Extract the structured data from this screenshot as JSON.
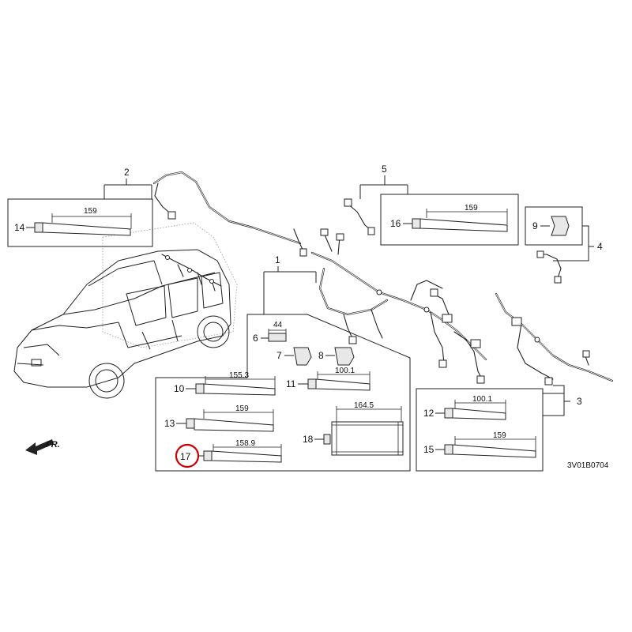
{
  "diagram_code": "3V01B0704",
  "front_label": "FR.",
  "highlight_color": "#cc0000",
  "callouts": {
    "c1": "1",
    "c2": "2",
    "c3": "3",
    "c4": "4",
    "c5": "5",
    "c6": "6",
    "c7": "7",
    "c8": "8",
    "c9": "9",
    "c10": "10",
    "c11": "11",
    "c12": "12",
    "c13": "13",
    "c14": "14",
    "c15": "15",
    "c16": "16",
    "c17": "17",
    "c18": "18"
  },
  "dimensions": {
    "d6": "44",
    "d10": "155.3",
    "d11": "100.1",
    "d12": "100.1",
    "d13": "159",
    "d14": "159",
    "d15": "159",
    "d16": "159",
    "d17": "158.9",
    "d18": "164.5"
  },
  "highlighted_part": "17"
}
